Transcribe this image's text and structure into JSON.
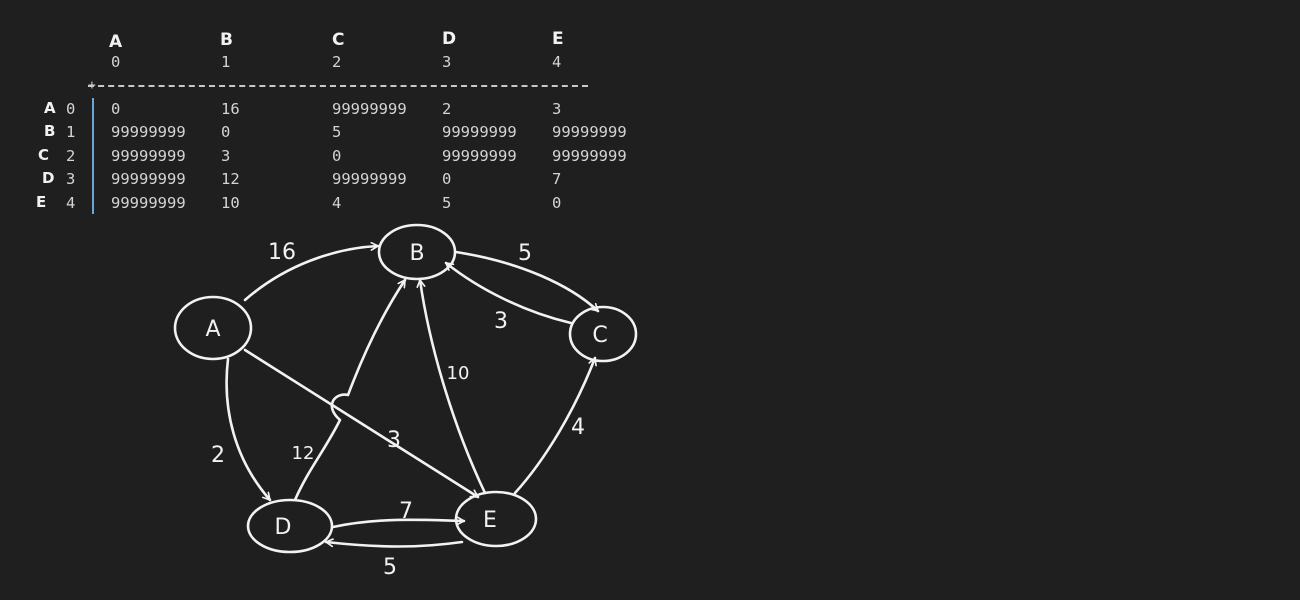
{
  "matrix": {
    "col_letters": [
      "A",
      "B",
      "C",
      "D",
      "E"
    ],
    "col_indices": [
      "0",
      "1",
      "2",
      "3",
      "4"
    ],
    "divider_plus": "+",
    "rows": [
      {
        "letter": "A",
        "index": "0",
        "cells": [
          "0",
          "16",
          "99999999",
          "2",
          "3"
        ]
      },
      {
        "letter": "B",
        "index": "1",
        "cells": [
          "99999999",
          "0",
          "5",
          "99999999",
          "99999999"
        ]
      },
      {
        "letter": "C",
        "index": "2",
        "cells": [
          "99999999",
          "3",
          "0",
          "99999999",
          "99999999"
        ]
      },
      {
        "letter": "D",
        "index": "3",
        "cells": [
          "99999999",
          "12",
          "99999999",
          "0",
          "7"
        ]
      },
      {
        "letter": "E",
        "index": "4",
        "cells": [
          "99999999",
          "10",
          "4",
          "5",
          "0"
        ]
      }
    ]
  },
  "graph": {
    "nodes": {
      "A": "A",
      "B": "B",
      "C": "C",
      "D": "D",
      "E": "E"
    },
    "edges": [
      {
        "from": "A",
        "to": "B",
        "weight": "16"
      },
      {
        "from": "B",
        "to": "C",
        "weight": "5"
      },
      {
        "from": "C",
        "to": "B",
        "weight": "3"
      },
      {
        "from": "A",
        "to": "D",
        "weight": "2"
      },
      {
        "from": "A",
        "to": "E",
        "weight": "3"
      },
      {
        "from": "D",
        "to": "B",
        "weight": "12"
      },
      {
        "from": "E",
        "to": "B",
        "weight": "10"
      },
      {
        "from": "E",
        "to": "C",
        "weight": "4"
      },
      {
        "from": "D",
        "to": "E",
        "weight": "7"
      },
      {
        "from": "E",
        "to": "D",
        "weight": "5"
      }
    ]
  },
  "colors": {
    "background": "#1f1f1f",
    "text": "#d4d4d4",
    "ink": "#f2f2f2",
    "separator": "#6aa7d8"
  }
}
